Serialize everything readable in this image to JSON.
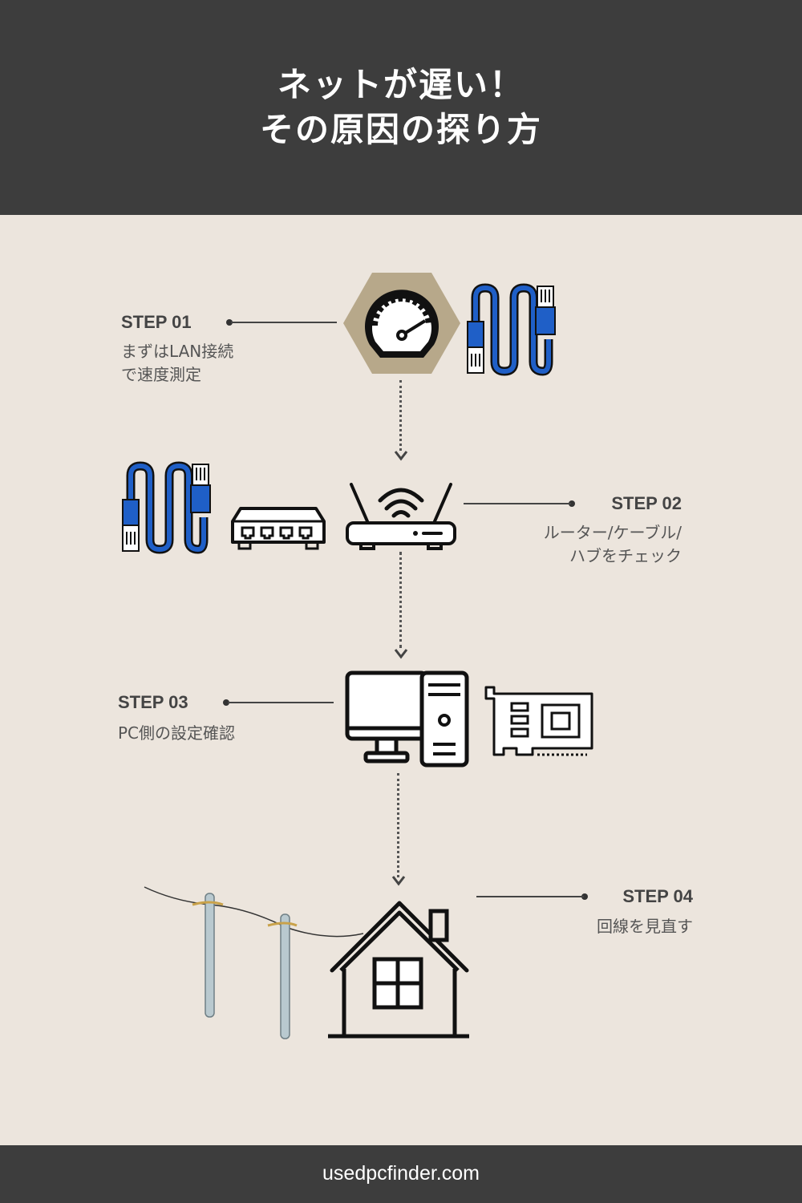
{
  "header": {
    "title_line1": "ネットが遅い！",
    "title_line2": "その原因の探り方"
  },
  "steps": [
    {
      "label": "STEP 01",
      "desc_line1": "まずはLAN接続",
      "desc_line2": "で速度測定"
    },
    {
      "label": "STEP 02",
      "desc_line1": "ルーター/ケーブル/",
      "desc_line2": "ハブをチェック"
    },
    {
      "label": "STEP 03",
      "desc_line1": "PC側の設定確認"
    },
    {
      "label": "STEP 04",
      "desc_line1": "回線を見直す"
    }
  ],
  "footer": {
    "site": "usedpcfinder.com"
  },
  "colors": {
    "header_bg": "#3d3d3d",
    "page_bg": "#ece5dd",
    "accent_tan": "#b7a88a",
    "cable_blue": "#1f5fc7",
    "pole_gray": "#b9c9cf"
  },
  "icons": [
    "speedometer-icon",
    "lan-cable-icon",
    "network-hub-icon",
    "wifi-router-icon",
    "desktop-pc-icon",
    "network-card-icon",
    "utility-pole-icon",
    "house-icon"
  ]
}
